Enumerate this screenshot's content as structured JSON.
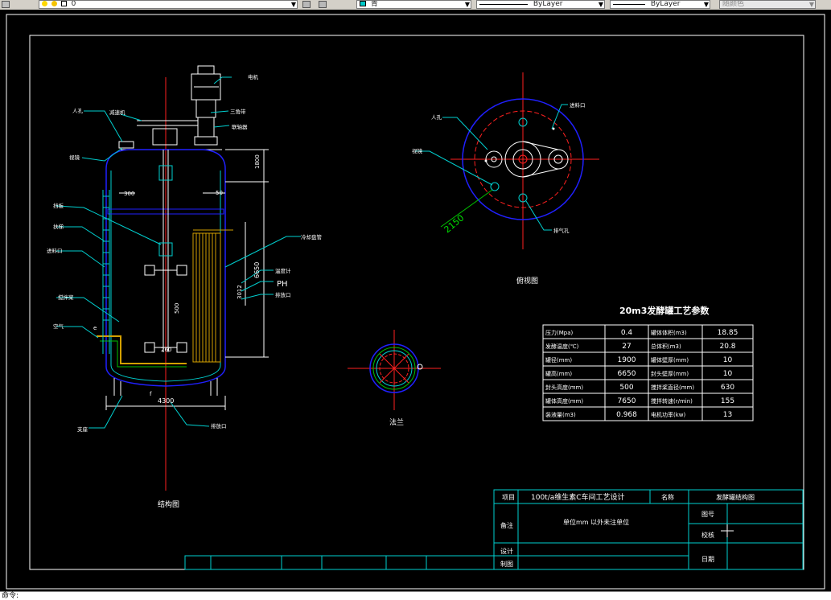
{
  "toolbar": {
    "layer_value": "0",
    "color_value": "青",
    "linetype_value": "ByLayer",
    "lineweight_value": "ByLayer",
    "plotstyle_value": "随颜色"
  },
  "drawing": {
    "front": {
      "labels": {
        "rk": "人孔",
        "zb": "减速机",
        "dj": "电机",
        "ctz": "三角带",
        "lzq": "联轴器",
        "sj": "视镜",
        "dbq": "挡板",
        "pt": "扶梯",
        "jsk": "进料口",
        "kq": "空气",
        "lqgg": "冷却盘管",
        "wdj": "温度计",
        "ph": "PH",
        "jbj": "搅拌桨",
        "pf": "排放口",
        "zz": "支座"
      },
      "dims": {
        "d1": "1800",
        "d2": "50",
        "d3": "300",
        "d4": "6650",
        "d5": "500",
        "d6": "3012",
        "d7": "4300",
        "d8": "260",
        "d9": "e",
        "d10": "f"
      },
      "view_name": "结构图"
    },
    "top": {
      "labels": {
        "rk": "人孔",
        "sj": "视镜",
        "jl": "进料口",
        "pq": "排气孔"
      },
      "dim": "2150",
      "view_name": "俯视图"
    },
    "flange": {
      "view_name": "法兰"
    },
    "params": {
      "title": "20m3发酵罐工艺参数",
      "rows": [
        [
          "压力(Mpa)",
          "0.4",
          "罐体体积(m3)",
          "18.85"
        ],
        [
          "发酵温度(℃)",
          "27",
          "总体积(m3)",
          "20.8"
        ],
        [
          "罐径(mm)",
          "1900",
          "罐体壁厚(mm)",
          "10"
        ],
        [
          "罐高(mm)",
          "6650",
          "封头壁厚(mm)",
          "10"
        ],
        [
          "封头高度(mm)",
          "500",
          "搅拌桨直径(mm)",
          "630"
        ],
        [
          "罐体高度(mm)",
          "7650",
          "搅拌转速(r/min)",
          "155"
        ],
        [
          "装液量(m3)",
          "0.968",
          "电机功率(kw)",
          "13"
        ]
      ]
    },
    "title_block": {
      "r1c1": "项目",
      "r1c2": "100t/a维生素C车间工艺设计",
      "r1c3": "名称",
      "r1c4": "发酵罐结构图",
      "r2c1": "备注",
      "r2c2": "单位mm 以外未注单位",
      "tuhao": "图号",
      "jiaohe": "校核",
      "riqi": "日期",
      "sheji": "设计",
      "zhitu": "制图"
    }
  },
  "command": {
    "text": "命令:"
  }
}
